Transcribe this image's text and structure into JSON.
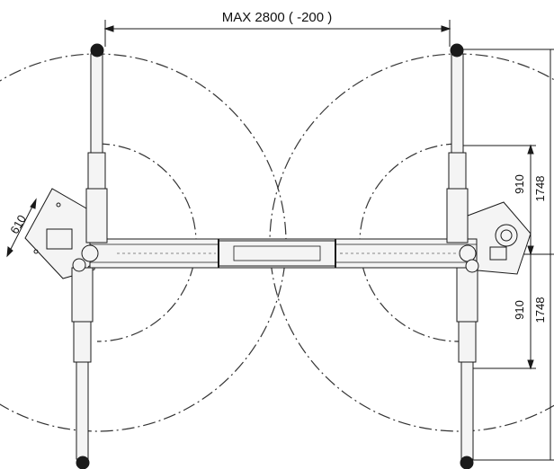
{
  "dimensions": {
    "top_width": "MAX 2800 ( -200 )",
    "upper_inner": "910",
    "upper_outer": "1748",
    "lower_inner": "910",
    "lower_outer": "1748",
    "base_width": "610"
  },
  "colors": {
    "line": "#1a1a1a",
    "background": "#ffffff"
  }
}
